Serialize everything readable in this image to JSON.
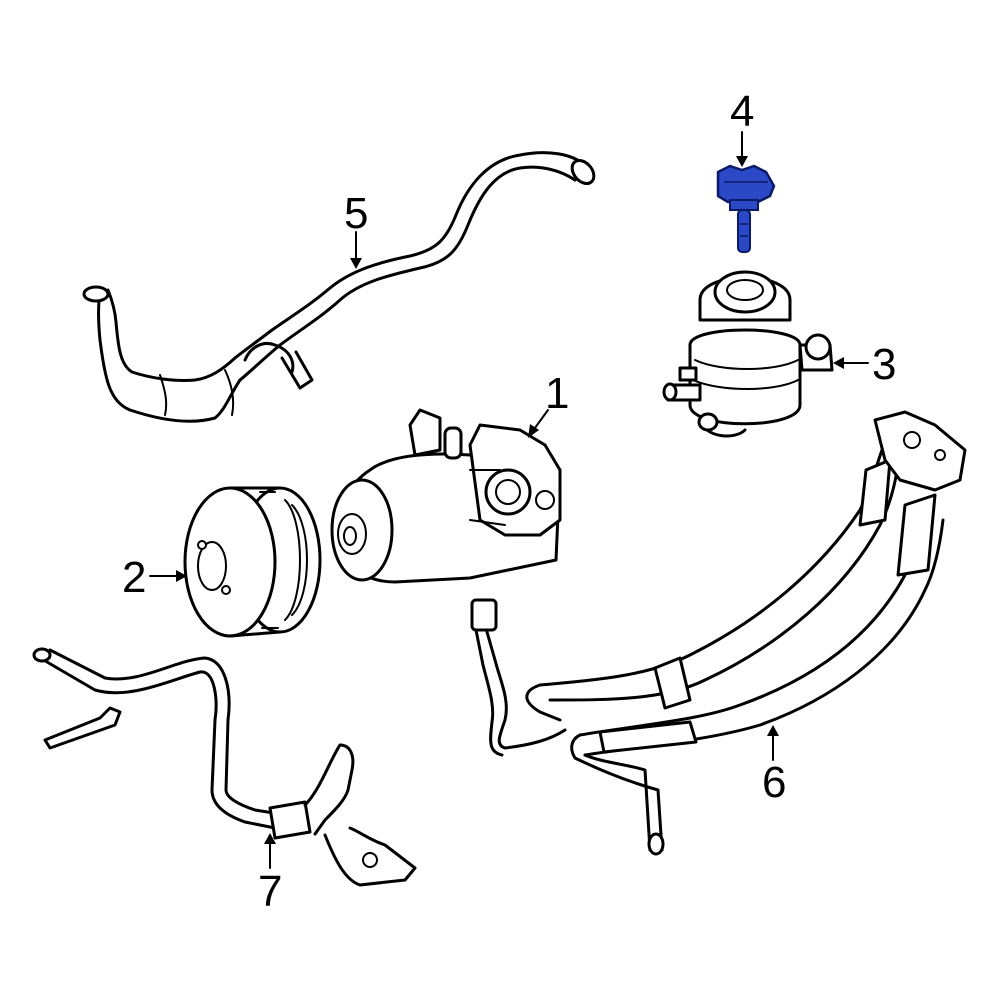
{
  "diagram": {
    "colors": {
      "line": "#000000",
      "background": "#ffffff",
      "highlight": "#2b49c6"
    },
    "highlighted_part": "4",
    "callouts": [
      {
        "id": "1",
        "label": "1"
      },
      {
        "id": "2",
        "label": "2"
      },
      {
        "id": "3",
        "label": "3"
      },
      {
        "id": "4",
        "label": "4"
      },
      {
        "id": "5",
        "label": "5"
      },
      {
        "id": "6",
        "label": "6"
      },
      {
        "id": "7",
        "label": "7"
      }
    ]
  }
}
